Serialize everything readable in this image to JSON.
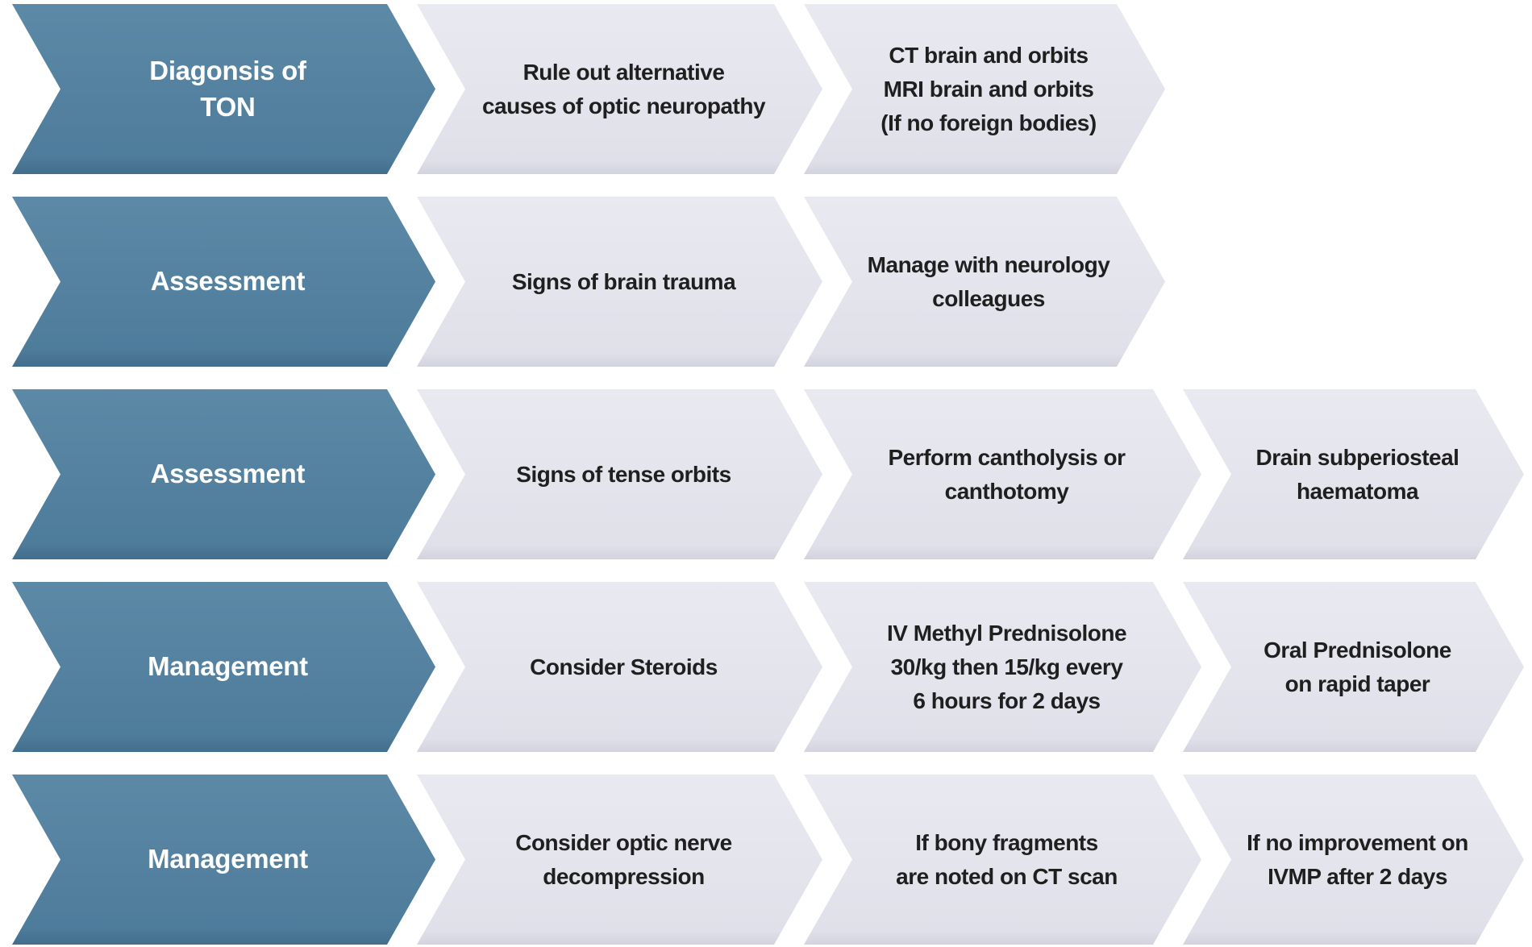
{
  "theme": {
    "stage_fill": "#53819f",
    "step_fill": "#e4e4ed",
    "stage_text_color": "#ffffff",
    "step_text_color": "#1f1f1f",
    "background": "#ffffff"
  },
  "rows": [
    {
      "label": "Diagonsis of\nTON",
      "steps": [
        "Rule out alternative\ncauses of optic neuropathy",
        "CT brain and orbits\nMRI brain and orbits\n(If no foreign bodies)"
      ]
    },
    {
      "label": "Assessment",
      "steps": [
        "Signs of brain trauma",
        "Manage with neurology\ncolleagues"
      ]
    },
    {
      "label": "Assessment",
      "steps": [
        "Signs of tense orbits",
        "Perform cantholysis or\ncanthotomy",
        "Drain subperiosteal\nhaematoma"
      ]
    },
    {
      "label": "Management",
      "steps": [
        "Consider Steroids",
        "IV Methyl Prednisolone\n30/kg then 15/kg every\n6 hours for 2 days",
        "Oral Prednisolone\non rapid taper"
      ]
    },
    {
      "label": "Management",
      "steps": [
        "Consider optic nerve\ndecompression",
        "If bony fragments\nare noted on CT scan",
        "If no improvement on\nIVMP after 2 days"
      ]
    }
  ]
}
